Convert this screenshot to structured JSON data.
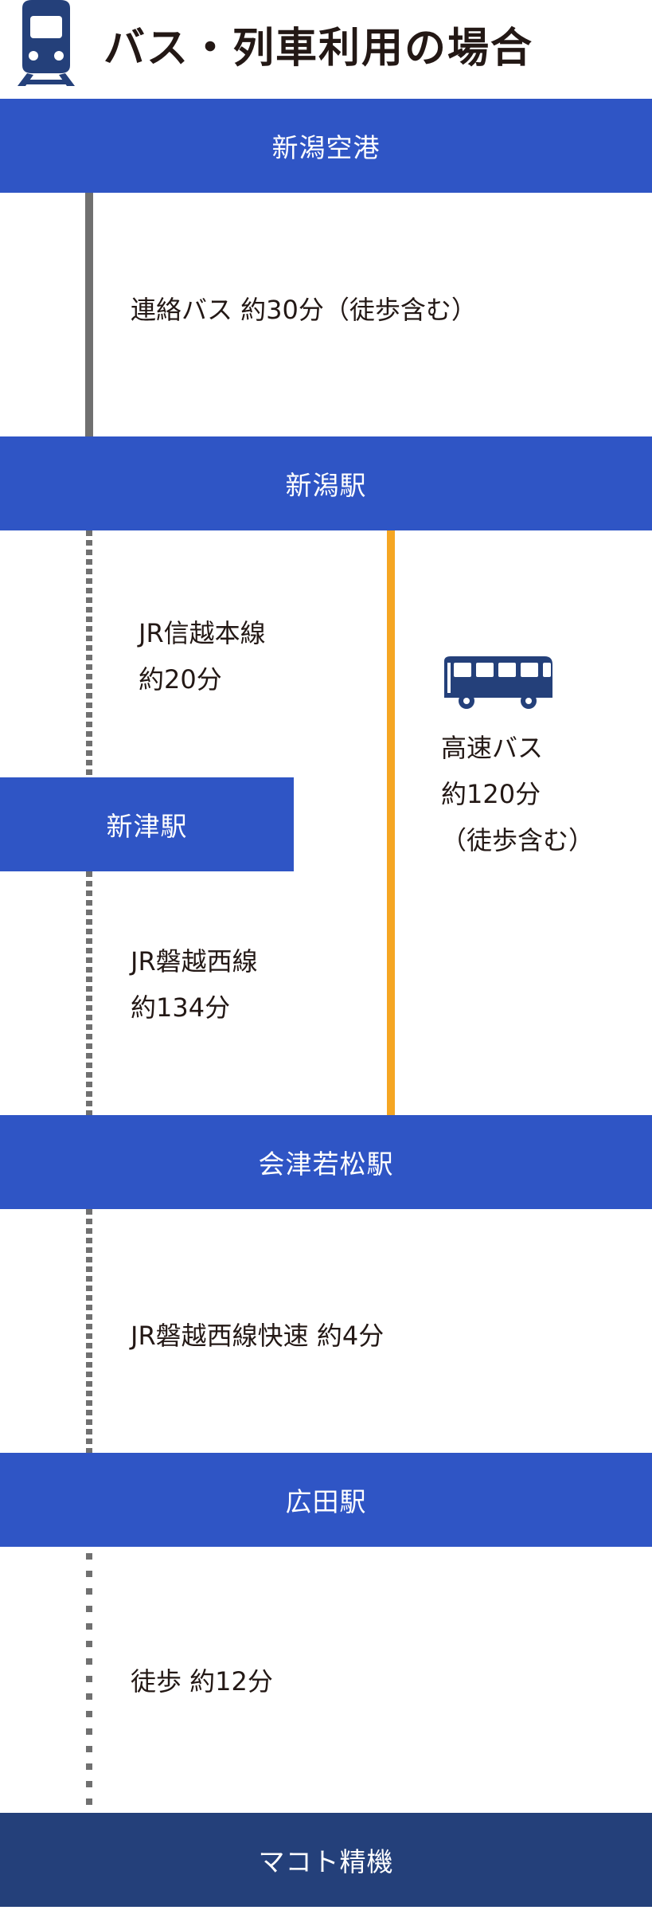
{
  "header": {
    "title": "バス・列車利用の場合",
    "icon": "train-icon",
    "icon_color": "#24407a"
  },
  "colors": {
    "station": "#2f55c5",
    "destination": "#24407a",
    "bus_route": "#f5a623",
    "line": "#707070"
  },
  "stations": {
    "niigata_airport": "新潟空港",
    "niigata_station": "新潟駅",
    "niitsu_station": "新津駅",
    "aizuwakamatsu_station": "会津若松駅",
    "hirota_station": "広田駅",
    "destination": "マコト精機"
  },
  "segments": {
    "airport_bus": "連絡バス 約30分（徒歩含む）",
    "shinetsu_line": "JR信越本線",
    "shinetsu_time": "約20分",
    "highway_bus": "高速バス",
    "highway_bus_time": "約120分",
    "highway_bus_note": "（徒歩含む）",
    "banetsu_line": "JR磐越西線",
    "banetsu_time": "約134分",
    "banetsu_rapid": "JR磐越西線快速 約4分",
    "walk": "徒歩 約12分"
  }
}
